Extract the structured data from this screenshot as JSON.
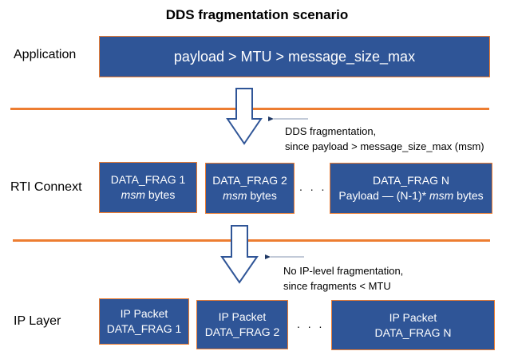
{
  "title": "DDS fragmentation scenario",
  "layers": {
    "application": {
      "label": "Application",
      "box_text": "payload > MTU > message_size_max"
    },
    "rti_connext": {
      "label": "RTI Connext",
      "fragments": [
        {
          "line1": "DATA_FRAG 1",
          "line2_italic": "msm",
          "line2_rest": " bytes",
          "line2_prefix": ""
        },
        {
          "line1": "DATA_FRAG 2",
          "line2_italic": "msm",
          "line2_rest": " bytes",
          "line2_prefix": ""
        },
        {
          "line1": "DATA_FRAG N",
          "line2_prefix": "Payload — (N-1)* ",
          "line2_italic": "msm",
          "line2_rest": " bytes"
        }
      ],
      "ellipsis": ". . ."
    },
    "ip_layer": {
      "label": "IP Layer",
      "packets": [
        {
          "line1": "IP Packet",
          "line2": "DATA_FRAG 1"
        },
        {
          "line1": "IP Packet",
          "line2": "DATA_FRAG 2"
        },
        {
          "line1": "IP Packet",
          "line2": "DATA_FRAG N"
        }
      ],
      "ellipsis": ". . ."
    }
  },
  "transitions": [
    {
      "note_line1": "DDS fragmentation,",
      "note_line2": "since payload > message_size_max (msm)"
    },
    {
      "note_line1": "No IP-level fragmentation,",
      "note_line2": "since fragments < MTU"
    }
  ],
  "colors": {
    "box_fill": "#2f5597",
    "box_border": "#ed7d31",
    "separator": "#ed7d31",
    "arrow_stroke": "#2f5597",
    "pointer": "#44546a"
  }
}
